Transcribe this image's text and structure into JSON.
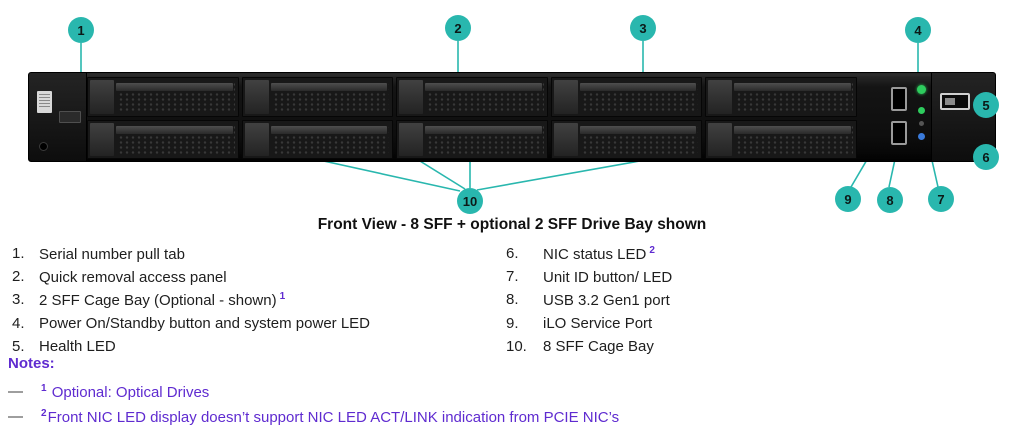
{
  "colors": {
    "teal": "#29b7ae",
    "purple": "#5f2bd0",
    "text": "#1e1e1e",
    "led_green": "#2ecc5e",
    "led_blue": "#3a7bdc"
  },
  "callouts": [
    "1",
    "2",
    "3",
    "4",
    "5",
    "6",
    "7",
    "8",
    "9",
    "10"
  ],
  "caption": "Front View - 8 SFF + optional 2 SFF Drive Bay shown",
  "server": {
    "drive_bays": 10
  },
  "legend": {
    "left": [
      {
        "num": "1.",
        "text": "Serial number pull tab"
      },
      {
        "num": "2.",
        "text": "Quick removal access panel"
      },
      {
        "num": "3.",
        "text": "2 SFF Cage Bay (Optional - shown)",
        "sup": "1"
      },
      {
        "num": "4.",
        "text": "Power On/Standby button and system power LED"
      },
      {
        "num": "5.",
        "text": "Health LED"
      }
    ],
    "right": [
      {
        "num": "6.",
        "text": "NIC status LED",
        "sup": "2"
      },
      {
        "num": "7.",
        "text": "Unit ID button/ LED"
      },
      {
        "num": "8.",
        "text": "USB 3.2 Gen1 port"
      },
      {
        "num": "9.",
        "text": "iLO Service Port"
      },
      {
        "num": "10.",
        "text": "8 SFF Cage Bay"
      }
    ]
  },
  "notes": {
    "title": "Notes:",
    "items": [
      {
        "dash": "—",
        "sup": "1",
        "text": " Optional: Optical Drives"
      },
      {
        "dash": "—",
        "sup": "2",
        "text": "Front NIC LED display doesn’t support NIC LED ACT/LINK indication from PCIE NIC’s"
      }
    ]
  }
}
